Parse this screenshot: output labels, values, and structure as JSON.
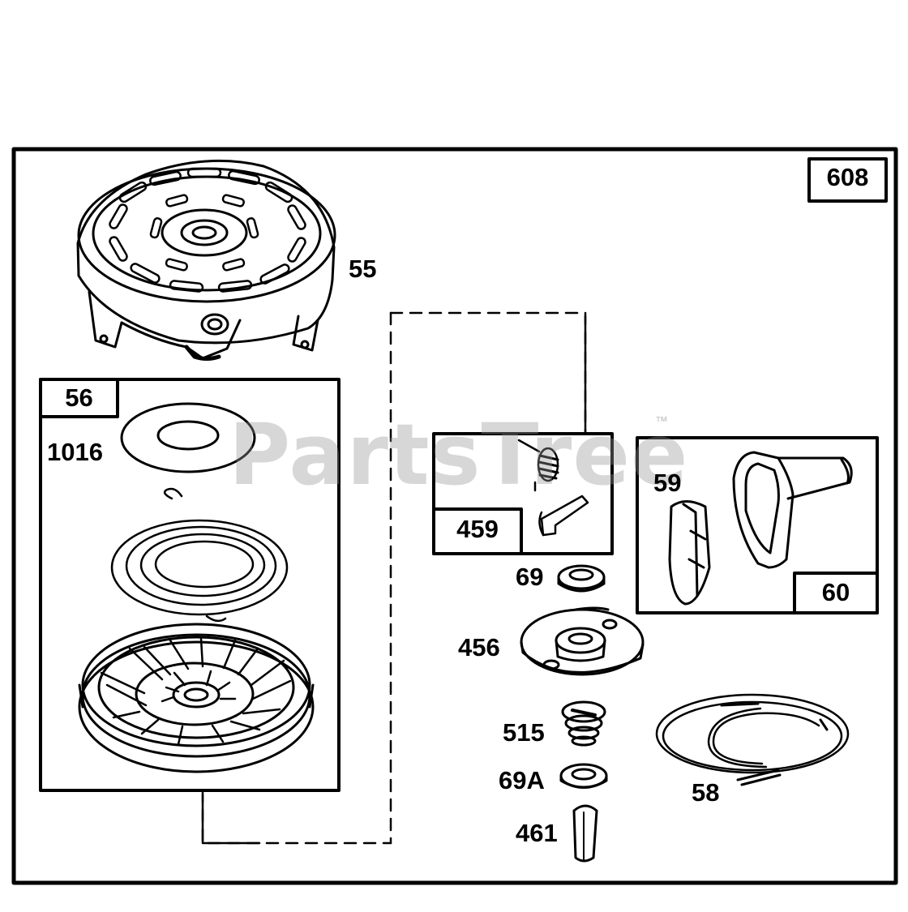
{
  "diagram": {
    "watermark": "PartsTree",
    "watermark_tm": "™",
    "frame_label": "608",
    "box_labels": {
      "spring_pulley_box": "56",
      "pawl_box": "459",
      "handle_box": "60"
    },
    "part_labels": {
      "housing": "55",
      "washer_top": "1016",
      "handle_insert": "59",
      "washer": "69",
      "retainer": "456",
      "spring": "515",
      "washer_lower": "69A",
      "pin": "461",
      "rope": "58"
    }
  }
}
